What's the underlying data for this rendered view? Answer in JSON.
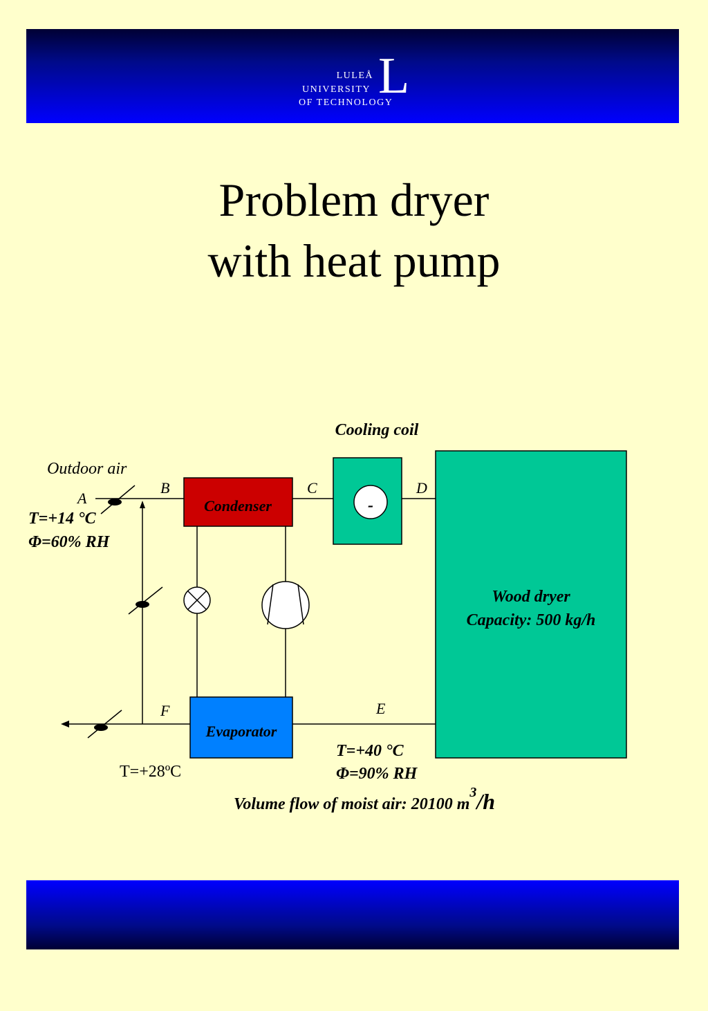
{
  "logo": {
    "line1": "LULEÅ",
    "line2": "UNIVERSITY",
    "line3": "OF TECHNOLOGY",
    "letter": "L"
  },
  "title": {
    "line1": "Problem dryer",
    "line2": "with heat pump"
  },
  "diagram": {
    "outdoor_air": "Outdoor air",
    "point_a": "A",
    "point_b": "B",
    "point_c": "C",
    "point_d": "D",
    "point_e": "E",
    "point_f": "F",
    "inlet_temp": "T=+14 °C",
    "inlet_rh": "Φ=60% RH",
    "condenser": "Condenser",
    "evaporator": "Evaporator",
    "cooling_coil": "Cooling coil",
    "coil_sign": "-",
    "wood_dryer": "Wood dryer",
    "capacity": "Capacity: 500 kg/h",
    "exhaust_temp": "T=+28ºC",
    "dryer_out_temp": "T=+40 °C",
    "dryer_out_rh": "Φ=90% RH",
    "volume_flow": "Volume flow of moist air: 20100 m",
    "volume_flow_exp": "3",
    "volume_flow_unit": "/h"
  },
  "colors": {
    "background": "#ffffcc",
    "banner": "#0000ff",
    "condenser": "#cc0000",
    "evaporator": "#0080ff",
    "green": "#00c896"
  }
}
